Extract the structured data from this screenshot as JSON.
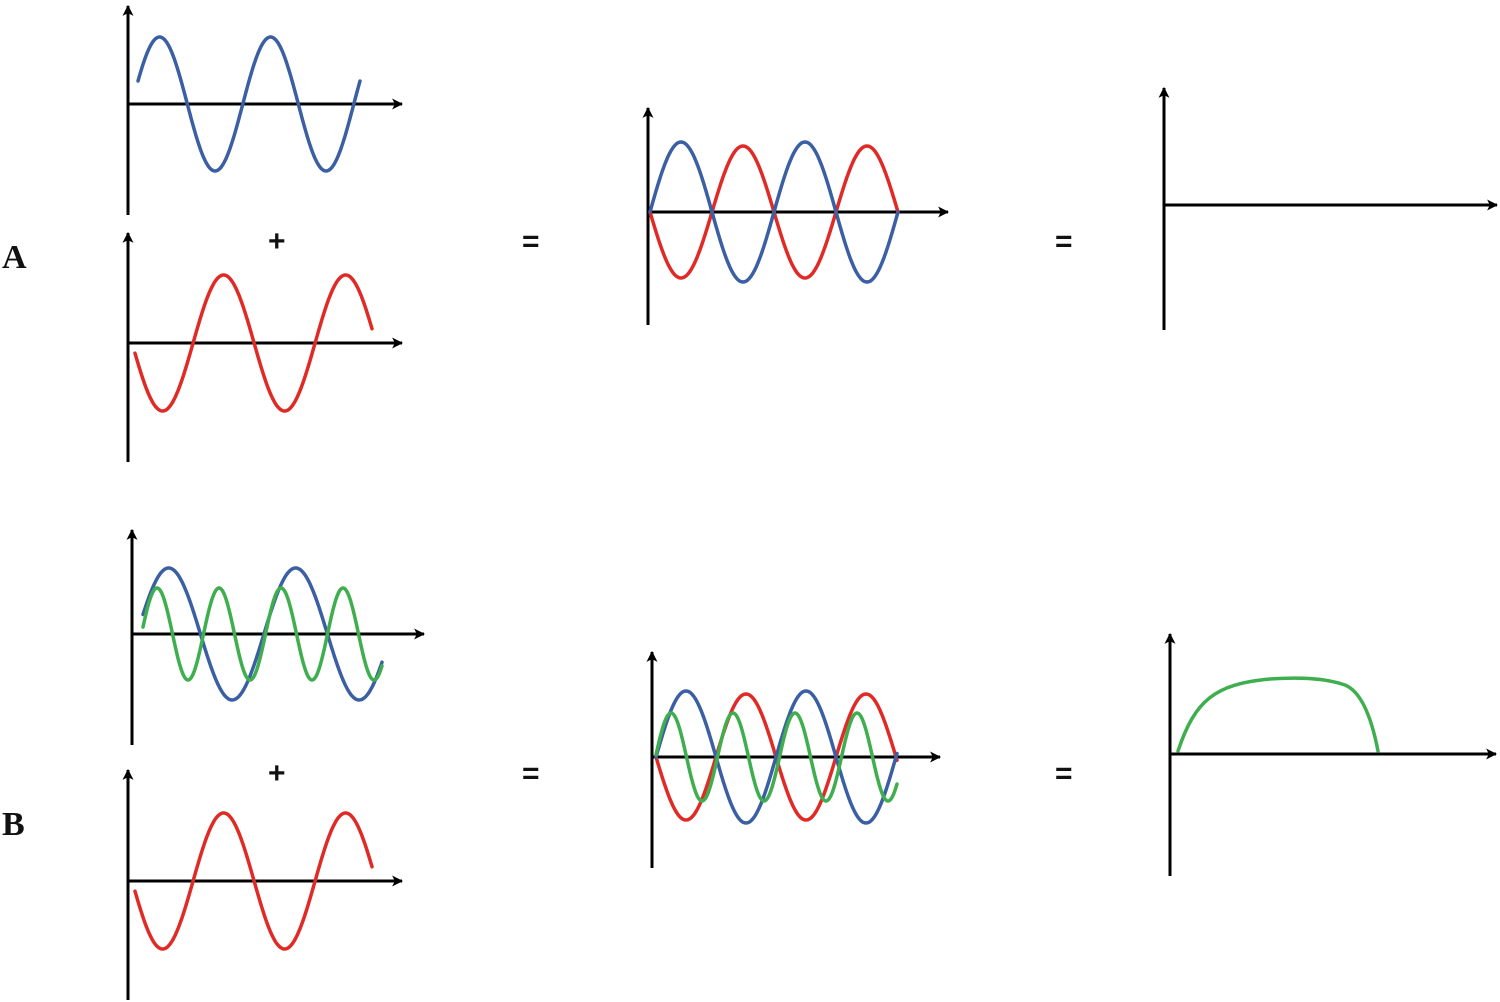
{
  "colors": {
    "blue": "#3b5fa3",
    "red": "#e02a26",
    "green": "#3fae4e",
    "axis": "#000000"
  },
  "rows": [
    {
      "id": "A",
      "label": "A",
      "plus": "+",
      "equals_1": "=",
      "equals_2": "="
    },
    {
      "id": "B",
      "label": "B",
      "plus": "+",
      "equals_1": "=",
      "equals_2": "="
    }
  ]
}
